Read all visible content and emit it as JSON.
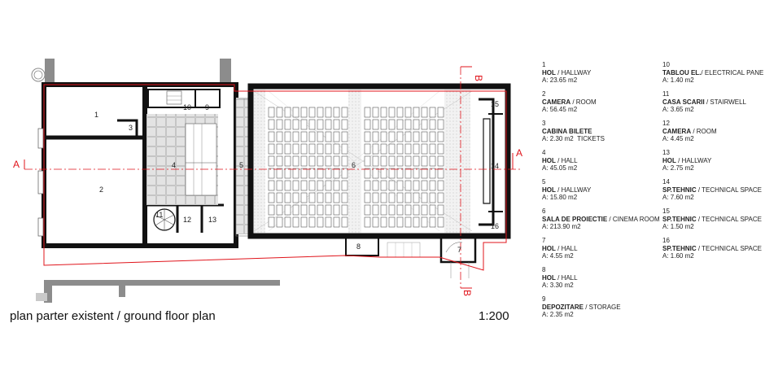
{
  "title": "plan parter existent / ground floor plan",
  "scale": "1:200",
  "section_marks": {
    "a": "A",
    "b": "B"
  },
  "rooms": [
    {
      "num": "1",
      "name": "HOL",
      "name_en": "HALLWAY",
      "area": "A: 23.65 m2"
    },
    {
      "num": "2",
      "name": "CAMERA",
      "name_en": "ROOM",
      "area": "A: 56.45 m2"
    },
    {
      "num": "3",
      "name": "CABINA BILETE",
      "name_en": "TICKETS",
      "area": "A: 2.30 m2",
      "inline": true
    },
    {
      "num": "4",
      "name": "HOL",
      "name_en": "HALL",
      "area": "A: 45.05 m2"
    },
    {
      "num": "5",
      "name": "HOL",
      "name_en": "HALLWAY",
      "area": "A: 15.80 m2"
    },
    {
      "num": "6",
      "name": "SALA DE PROIECTIE",
      "name_en": "CINEMA ROOM",
      "area": "A: 213.90 m2",
      "same_line": true
    },
    {
      "num": "7",
      "name": "HOL",
      "name_en": "HALL",
      "area": "A: 4.55 m2"
    },
    {
      "num": "8",
      "name": "HOL",
      "name_en": "HALL",
      "area": "A: 3.30 m2"
    },
    {
      "num": "9",
      "name": "DEPOZITARE",
      "name_en": "STORAGE",
      "area": "A: 2.35 m2",
      "same_line": true
    },
    {
      "num": "10",
      "name": "TABLOU EL.",
      "name_en": "ELECTRICAL PANE",
      "area": "A: 1.40 m2",
      "same_line": true
    },
    {
      "num": "11",
      "name": "CASA SCARII",
      "name_en": "STAIRWELL",
      "area": "A: 3.65 m2",
      "same_line": true
    },
    {
      "num": "12",
      "name": "CAMERA",
      "name_en": "ROOM",
      "area": "A: 4.45 m2",
      "same_line": true
    },
    {
      "num": "13",
      "name": "HOL",
      "name_en": "HALLWAY",
      "area": "A: 2.75 m2",
      "same_line": true
    },
    {
      "num": "14",
      "name": "SP.TEHNIC",
      "name_en": "TECHNICAL SPACE",
      "area": "A: 7.60 m2",
      "same_line": true
    },
    {
      "num": "15",
      "name": "SP.TEHNIC",
      "name_en": "TECHNICAL SPACE",
      "area": "A: 1.50 m2",
      "same_line": true
    },
    {
      "num": "16",
      "name": "SP.TEHNIC",
      "name_en": "TECHNICAL SPACE",
      "area": "A: 1.60 m2",
      "same_line": true
    }
  ],
  "colors": {
    "wall": "#111111",
    "section": "#e0141b",
    "neighbor": "#8c8c8c"
  }
}
